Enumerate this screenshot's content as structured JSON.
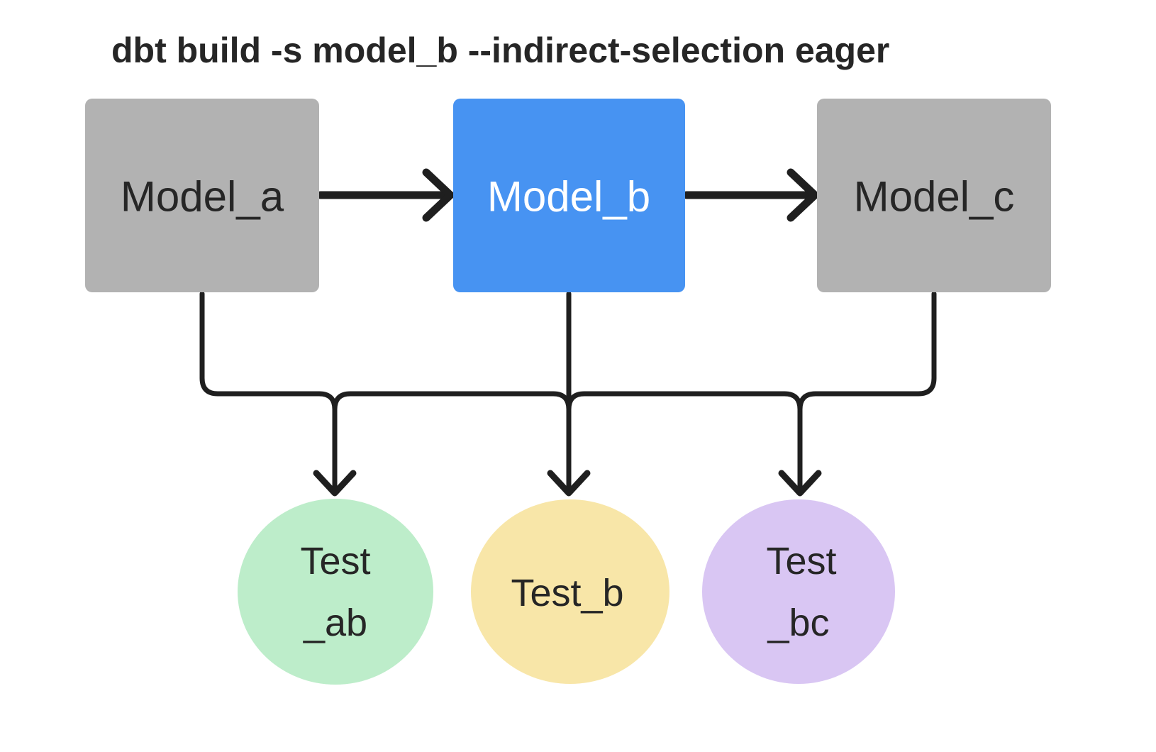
{
  "title": "dbt build -s model_b --indirect-selection eager",
  "colors": {
    "background": "#ffffff",
    "line": "#1f1f1f",
    "text_dark": "#262626",
    "text_light": "#ffffff",
    "node_gray": "#b2b2b2",
    "node_blue": "#4793f2",
    "test_green": "#bdedca",
    "test_yellow": "#f8e6a8",
    "test_purple": "#d9c6f3"
  },
  "models": [
    {
      "id": "model_a",
      "label": "Model_a"
    },
    {
      "id": "model_b",
      "label": "Model_b"
    },
    {
      "id": "model_c",
      "label": "Model_c"
    }
  ],
  "tests": [
    {
      "id": "test_ab",
      "lines": [
        "Test",
        "_ab"
      ]
    },
    {
      "id": "test_b",
      "lines": [
        "Test_b"
      ]
    },
    {
      "id": "test_bc",
      "lines": [
        "Test",
        "_bc"
      ]
    }
  ]
}
